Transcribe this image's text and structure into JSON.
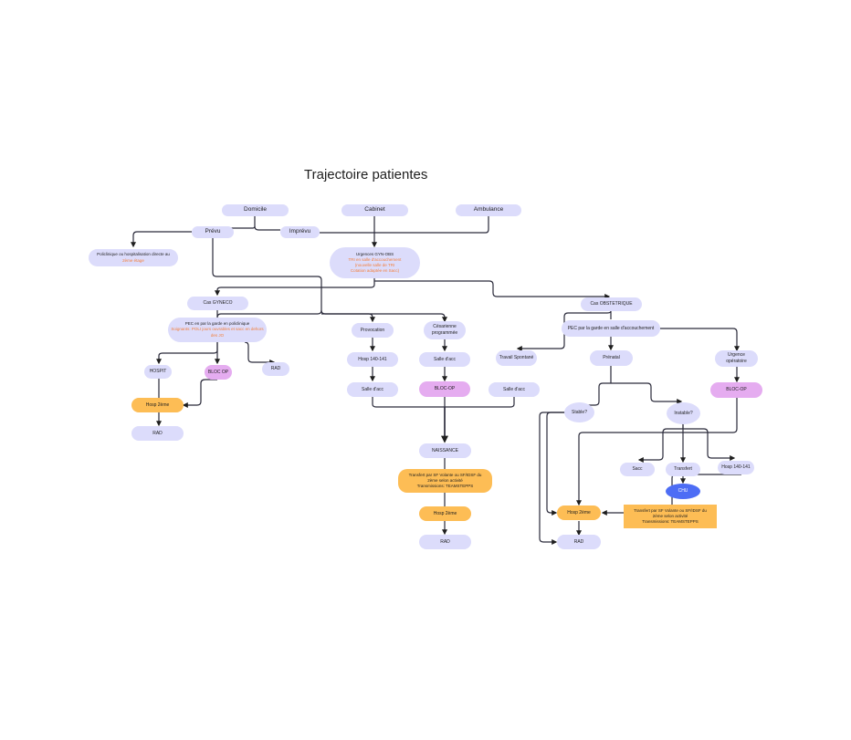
{
  "title": "Trajectoire patientes",
  "colors": {
    "node": "#dcdcfb",
    "orange": "#fdbd55",
    "purple": "#e5acf0",
    "blue": "#4d6df5",
    "highlight": "#f47f3a",
    "edge": "#1e1e1e"
  },
  "nodes": {
    "domicile": "Domicile",
    "cabinet": "Cabinet",
    "ambulance": "Ambulance",
    "prevu": "Prévu",
    "imprevu": "Imprévu",
    "policlinique": {
      "line1": "Policlinique ou hospitalisation directe au",
      "line2": "2ème étage"
    },
    "urgences": {
      "line1": "Urgences GYN-OBS",
      "line2": "TRI en salle d'accouchement",
      "line3": "(nouvelle salle de TRI",
      "line4": "Cotation adaptée en Sacc)"
    },
    "cas_gyneco": "Cas GYNECO",
    "pec_gyneco": {
      "line1": "PEC en par la garde en policlinique",
      "line2": "Soignants: POLI jours ouvrables et sacc en dehors des JO"
    },
    "hospit": "HOSPIT",
    "bloc_op_gyn": "BLOC OP",
    "rad_gyn_right": "RAD",
    "hosp_2eme_gyn": "Hosp 2ème",
    "rad_gyn": "RAD",
    "provocation": "Provocation",
    "cesarienne": {
      "line1": "Césarienne",
      "line2": "programmée"
    },
    "hosp_140_left": "Hosp 140-141",
    "salle_acc_ces": "Salle d'acc",
    "salle_acc_prov": "Salle d'acc",
    "bloc_op_ces": "BLOC-OP",
    "salle_acc_spont": "Salle d'acc",
    "naissance": "NAISSANCE",
    "transfert_mid": {
      "line1": "Transfert par SF Volante ou SF/IDSF du",
      "line2": "2ème selon activité",
      "line3": "Transmissions: TEAMSTEPPS"
    },
    "hosp_2eme_mid": "Hosp 2ème",
    "rad_mid": "RAD",
    "cas_obs": "Cas OBSTETRIQUE",
    "pec_obs": "PEC par la garde en salle d'accouchement",
    "travail_spontane": "Travail Spontané",
    "pnatal": "Prénatal",
    "urgence_op": {
      "line1": "Urgence",
      "line2": "opératoire"
    },
    "bloc_op_obs": "BLOC-OP",
    "stable": "Stable?",
    "instable": "Instable?",
    "sacc": "Sacc",
    "transfert": "Transfert",
    "hosp_140_right": "Hosp 140-141",
    "chu": "CHU",
    "transfert_right": {
      "line1": "Transfert par SF Volante ou SF/IDSF du",
      "line2": "2ème selon activité",
      "line3": "Transmissions: TEAMSTEPPS"
    },
    "hosp_2eme_right": "Hosp 2ème",
    "rad_right": "RAD"
  }
}
